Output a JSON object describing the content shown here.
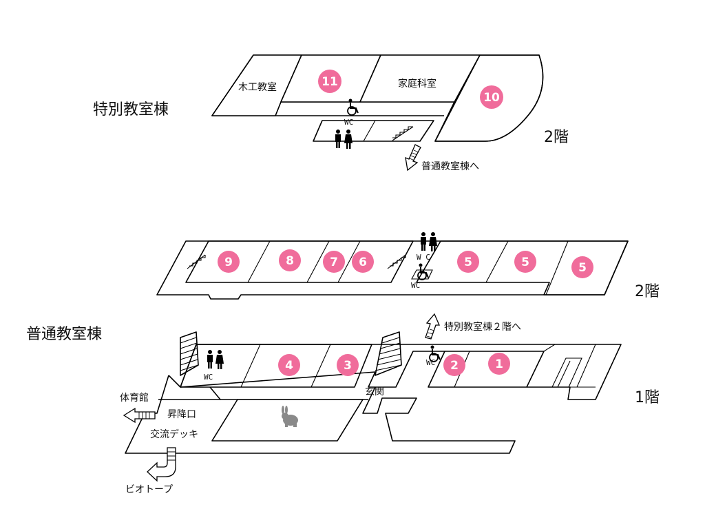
{
  "buildings": {
    "special": {
      "name": "特別教室棟",
      "floor": "2階",
      "rooms": {
        "woodwork": "木工教室",
        "home_ec": "家庭科室"
      },
      "badges": [
        "11",
        "10"
      ],
      "wc": "WC",
      "arrow_to": "普通教室棟へ"
    },
    "general": {
      "name": "普通教室棟",
      "floor2": {
        "label": "2階",
        "badges": [
          "9",
          "8",
          "7",
          "6",
          "5",
          "5",
          "5"
        ],
        "wc": "WC"
      },
      "floor1": {
        "label": "1階",
        "badges": [
          "4",
          "3",
          "2",
          "1"
        ],
        "wc_left": "WC",
        "wc_right": "WC"
      },
      "arrow_to_special": "特別教室棟２階へ"
    }
  },
  "labels": {
    "entrance": "玄関",
    "gym": "体育館",
    "stairs_entry": "昇降口",
    "deck": "交流デッキ",
    "biotope": "ビオトープ"
  },
  "colors": {
    "badge": "#f06c9b",
    "line": "#000000",
    "rabbit": "#8a8a8a"
  }
}
